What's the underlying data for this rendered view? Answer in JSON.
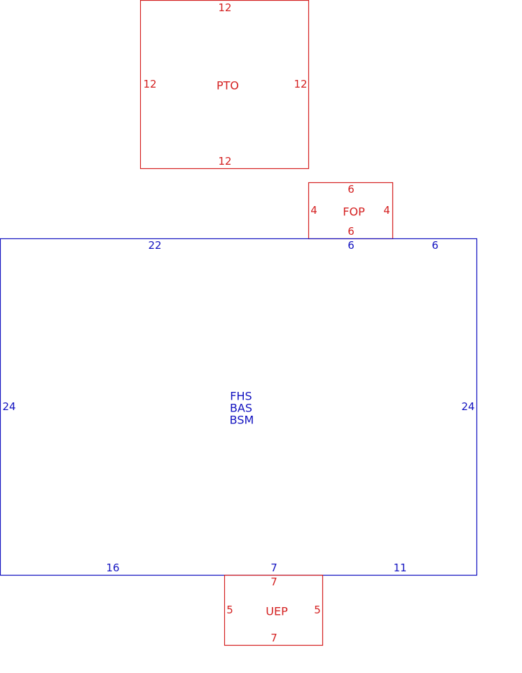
{
  "colors": {
    "addition": "#d42020",
    "main": "#1212c0",
    "background": "#ffffff"
  },
  "areas": {
    "pto": {
      "label": "PTO",
      "dims": {
        "top": "12",
        "left": "12",
        "right": "12",
        "bottom": "12"
      }
    },
    "fop": {
      "label": "FOP",
      "dims": {
        "top": "6",
        "left": "4",
        "right": "4",
        "bottom": "6"
      }
    },
    "main": {
      "labels": [
        "FHS",
        "BAS",
        "BSM"
      ],
      "dims": {
        "top_left": "22",
        "top_mid": "6",
        "top_right": "6",
        "left": "24",
        "right": "24",
        "bottom_left": "16",
        "bottom_mid": "7",
        "bottom_right": "11"
      }
    },
    "uep": {
      "label": "UEP",
      "dims": {
        "top": "7",
        "left": "5",
        "right": "5",
        "bottom": "7"
      }
    }
  }
}
